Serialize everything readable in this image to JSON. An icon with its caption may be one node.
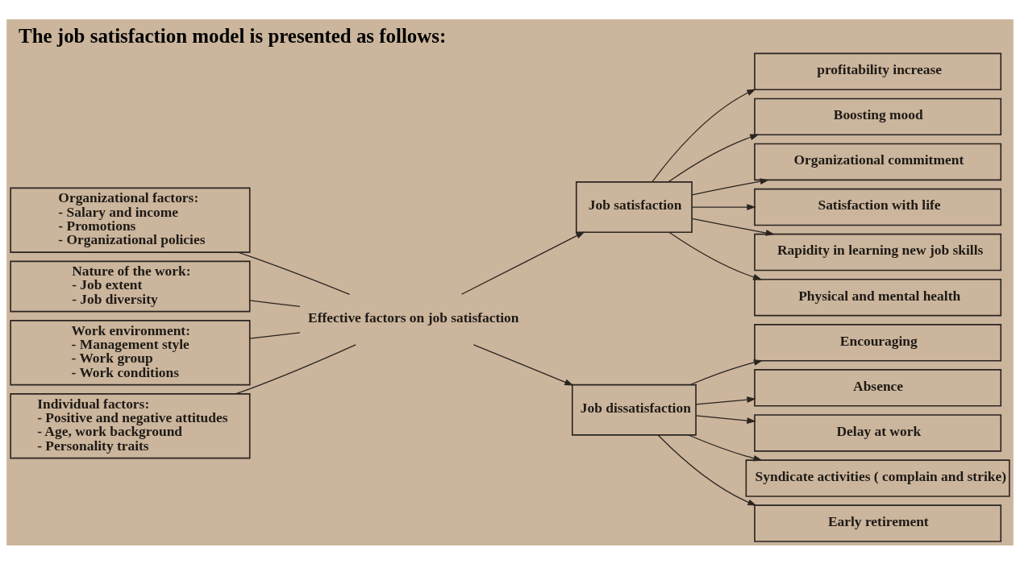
{
  "diagram": {
    "title": "The job satisfaction model is presented as follows:",
    "nodes": [
      {
        "text": [
          "Organizational factors:",
          "- Salary and income",
          "- Promotions",
          "- Organizational policies"
        ]
      },
      {
        "text": [
          "Nature of the work:",
          "- Job extent",
          "- Job diversity"
        ]
      },
      {
        "text": [
          "Work environment:",
          "- Management style",
          "- Work group",
          "- Work conditions"
        ]
      },
      {
        "text": [
          "Individual factors:",
          "- Positive and negative attitudes",
          "- Age, work background",
          "- Personality traits"
        ]
      },
      {
        "text": [
          "Effective factors on job satisfaction"
        ]
      },
      {
        "text": [
          "Job satisfaction"
        ]
      },
      {
        "text": [
          "Job dissatisfaction"
        ]
      },
      {
        "text": [
          "profitability increase"
        ]
      },
      {
        "text": [
          "Boosting mood"
        ]
      },
      {
        "text": [
          "Organizational commitment"
        ]
      },
      {
        "text": [
          "Satisfaction with life"
        ]
      },
      {
        "text": [
          "Rapidity in learning new job skills"
        ]
      },
      {
        "text": [
          "Physical and mental health"
        ]
      },
      {
        "text": [
          "Encouraging"
        ]
      },
      {
        "text": [
          "Absence"
        ]
      },
      {
        "text": [
          "Delay at work"
        ]
      },
      {
        "text": [
          "Syndicate activities ( complain and strike)"
        ]
      },
      {
        "text": [
          "Early retirement"
        ]
      }
    ],
    "edges": [
      {
        "from": 0,
        "to": 4,
        "arrow": "none"
      },
      {
        "from": 1,
        "to": 4,
        "arrow": "none"
      },
      {
        "from": 2,
        "to": 4,
        "arrow": "none"
      },
      {
        "from": 3,
        "to": 4,
        "arrow": "none"
      },
      {
        "from": 4,
        "to": 5,
        "arrow": "to"
      },
      {
        "from": 4,
        "to": 6,
        "arrow": "to"
      },
      {
        "from": 5,
        "to": 7,
        "arrow": "to"
      },
      {
        "from": 5,
        "to": 8,
        "arrow": "to"
      },
      {
        "from": 5,
        "to": 9,
        "arrow": "to"
      },
      {
        "from": 5,
        "to": 10,
        "arrow": "to"
      },
      {
        "from": 5,
        "to": 11,
        "arrow": "to"
      },
      {
        "from": 5,
        "to": 12,
        "arrow": "to"
      },
      {
        "from": 6,
        "to": 13,
        "arrow": "to"
      },
      {
        "from": 6,
        "to": 14,
        "arrow": "to"
      },
      {
        "from": 6,
        "to": 15,
        "arrow": "to"
      },
      {
        "from": 6,
        "to": 16,
        "arrow": "to"
      },
      {
        "from": 6,
        "to": 17,
        "arrow": "to"
      }
    ]
  }
}
